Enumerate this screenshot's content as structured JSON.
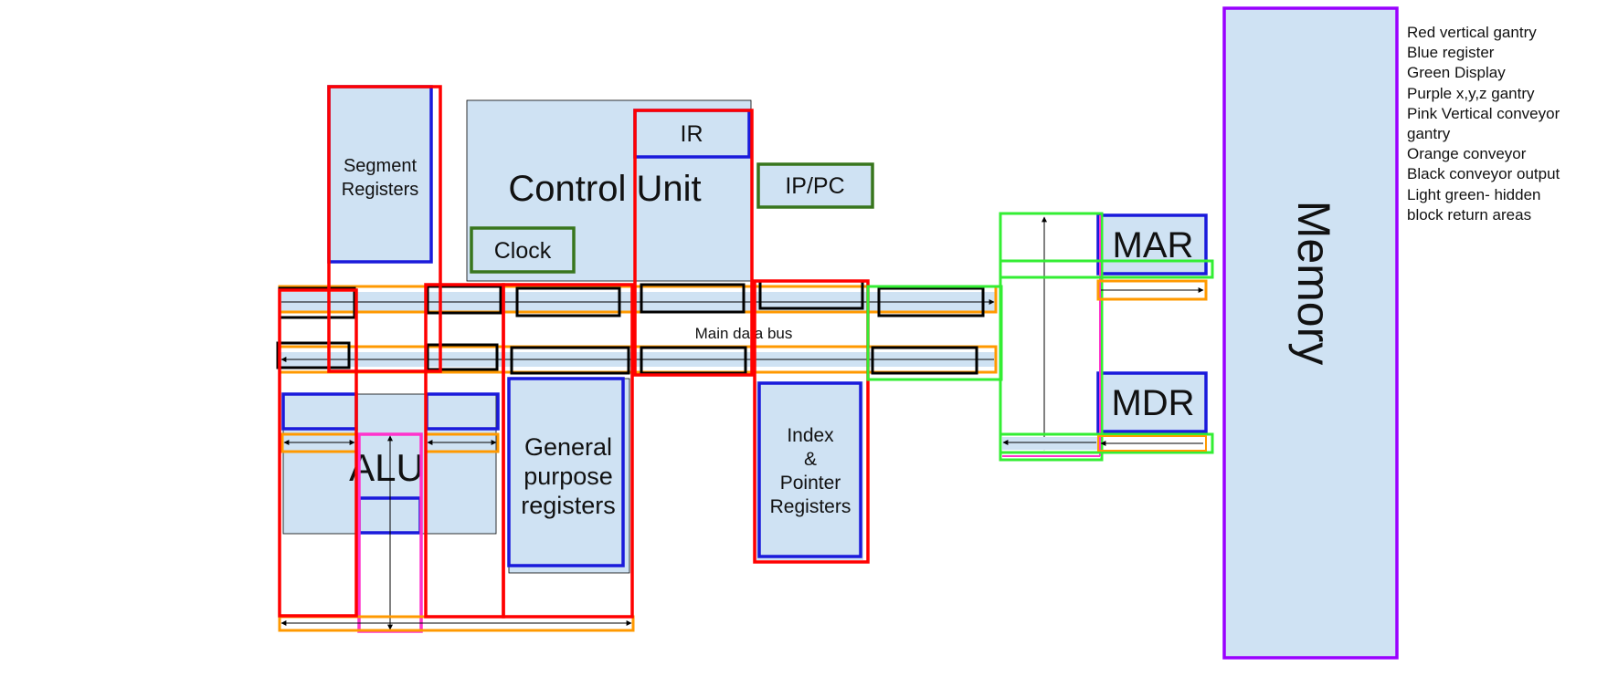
{
  "labels": {
    "segment_registers": [
      "Segment",
      "Registers"
    ],
    "control_unit": "Control Unit",
    "ir": "IR",
    "ip_pc": "IP/PC",
    "clock": "Clock",
    "main_data_bus": "Main data bus",
    "alu": "ALU",
    "general_purpose_registers": [
      "General",
      "purpose",
      "registers"
    ],
    "index_pointer_registers": [
      "Index",
      "&",
      "Pointer",
      "Registers"
    ],
    "mar": "MAR",
    "mdr": "MDR",
    "memory": "Memory"
  },
  "legend": [
    "Red vertical gantry",
    "Blue register",
    "Green Display",
    "Purple x,y,z gantry",
    "Pink Vertical conveyor",
    "gantry",
    "Orange conveyor",
    "Black conveyor output",
    "Light green- hidden",
    "block return areas"
  ],
  "colors": {
    "block_fill": "#cfe2f3",
    "red": "#ff0000",
    "blue": "#1a1adb",
    "dark_green": "#38761d",
    "purple": "#9900ff",
    "pink": "#ff33cc",
    "orange": "#ff9900",
    "black": "#000000",
    "light_green": "#33ee33"
  }
}
